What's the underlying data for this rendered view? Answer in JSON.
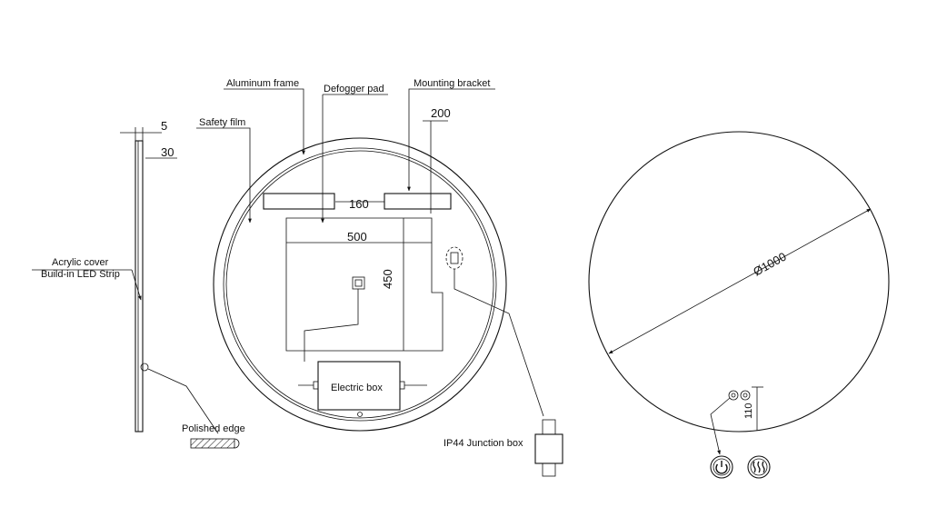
{
  "labels": {
    "aluminum_frame": "Aluminum frame",
    "defogger_pad": "Defogger pad",
    "mounting_bracket": "Mounting bracket",
    "safety_film": "Safety film",
    "acrylic_cover": "Acrylic cover",
    "led_strip": "Build-in LED Strip",
    "polished_edge": "Polished edge",
    "electric_box": "Electric box",
    "junction_box": "IP44 Junction box"
  },
  "dimensions": {
    "d5": "5",
    "d30": "30",
    "d200": "200",
    "d160": "160",
    "d500": "500",
    "d450": "450",
    "d1000": "Ø1000",
    "d110": "110"
  },
  "icons": {
    "power": "power-icon",
    "defog": "defog-icon"
  }
}
